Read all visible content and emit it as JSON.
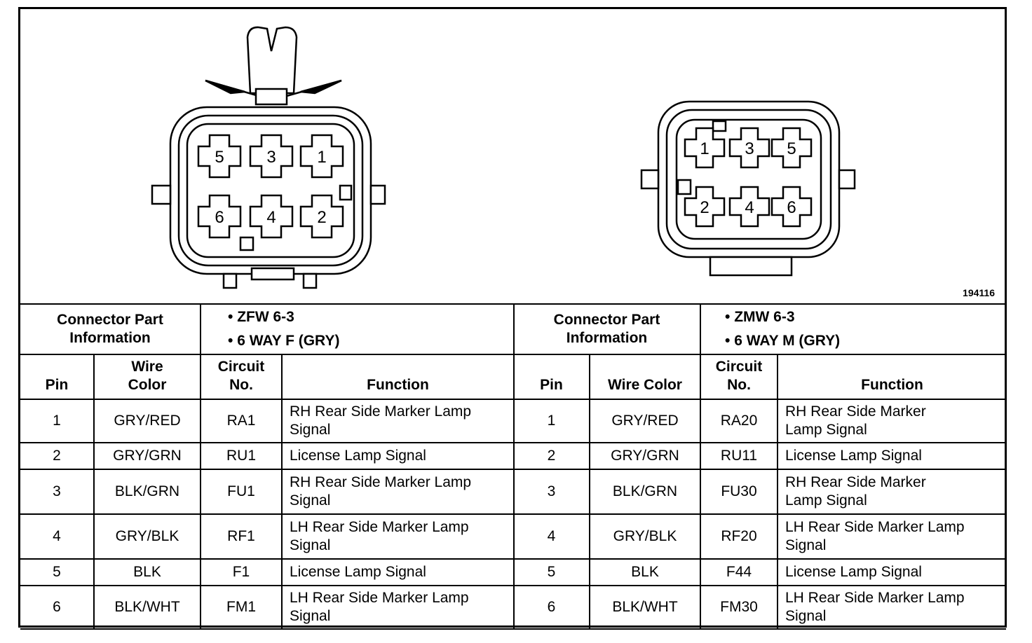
{
  "figure_id": "194116",
  "female_connector": {
    "pin_labels": [
      "5",
      "3",
      "1",
      "6",
      "4",
      "2"
    ]
  },
  "male_connector": {
    "pin_labels": [
      "1",
      "3",
      "5",
      "2",
      "4",
      "6"
    ]
  },
  "left_table": {
    "info_label_line1": "Connector Part",
    "info_label_line2": "Information",
    "info_values": [
      "ZFW 6-3",
      "6 WAY F (GRY)"
    ],
    "headers": {
      "pin": "Pin",
      "wire_color_line1": "Wire",
      "wire_color_line2": "Color",
      "circuit_line1": "Circuit",
      "circuit_line2": "No.",
      "function": "Function"
    },
    "rows": [
      {
        "pin": "1",
        "wire": "GRY/RED",
        "circuit": "RA1",
        "function_line1": "RH Rear Side Marker Lamp",
        "function_line2": "Signal"
      },
      {
        "pin": "2",
        "wire": "GRY/GRN",
        "circuit": "RU1",
        "function_line1": "License Lamp Signal",
        "function_line2": ""
      },
      {
        "pin": "3",
        "wire": "BLK/GRN",
        "circuit": "FU1",
        "function_line1": "RH Rear Side Marker Lamp",
        "function_line2": "Signal"
      },
      {
        "pin": "4",
        "wire": "GRY/BLK",
        "circuit": "RF1",
        "function_line1": "LH Rear Side Marker Lamp",
        "function_line2": "Signal"
      },
      {
        "pin": "5",
        "wire": "BLK",
        "circuit": "F1",
        "function_line1": "License Lamp Signal",
        "function_line2": ""
      },
      {
        "pin": "6",
        "wire": "BLK/WHT",
        "circuit": "FM1",
        "function_line1": "LH Rear Side Marker Lamp",
        "function_line2": "Signal"
      }
    ]
  },
  "right_table": {
    "info_label_line1": "Connector Part",
    "info_label_line2": "Information",
    "info_values": [
      "ZMW 6-3",
      "6 WAY M (GRY)"
    ],
    "headers": {
      "pin": "Pin",
      "wire_color": "Wire Color",
      "circuit_line1": "Circuit",
      "circuit_line2": "No.",
      "function": "Function"
    },
    "rows": [
      {
        "pin": "1",
        "wire": "GRY/RED",
        "circuit": "RA20",
        "function_line1": "RH Rear Side Marker",
        "function_line2": "Lamp Signal"
      },
      {
        "pin": "2",
        "wire": "GRY/GRN",
        "circuit": "RU11",
        "function_line1": "License Lamp Signal",
        "function_line2": ""
      },
      {
        "pin": "3",
        "wire": "BLK/GRN",
        "circuit": "FU30",
        "function_line1": "RH Rear Side Marker",
        "function_line2": "Lamp Signal"
      },
      {
        "pin": "4",
        "wire": "GRY/BLK",
        "circuit": "RF20",
        "function_line1": "LH Rear Side Marker Lamp",
        "function_line2": "Signal"
      },
      {
        "pin": "5",
        "wire": "BLK",
        "circuit": "F44",
        "function_line1": "License Lamp Signal",
        "function_line2": ""
      },
      {
        "pin": "6",
        "wire": "BLK/WHT",
        "circuit": "FM30",
        "function_line1": "LH Rear Side Marker Lamp",
        "function_line2": "Signal"
      }
    ]
  }
}
